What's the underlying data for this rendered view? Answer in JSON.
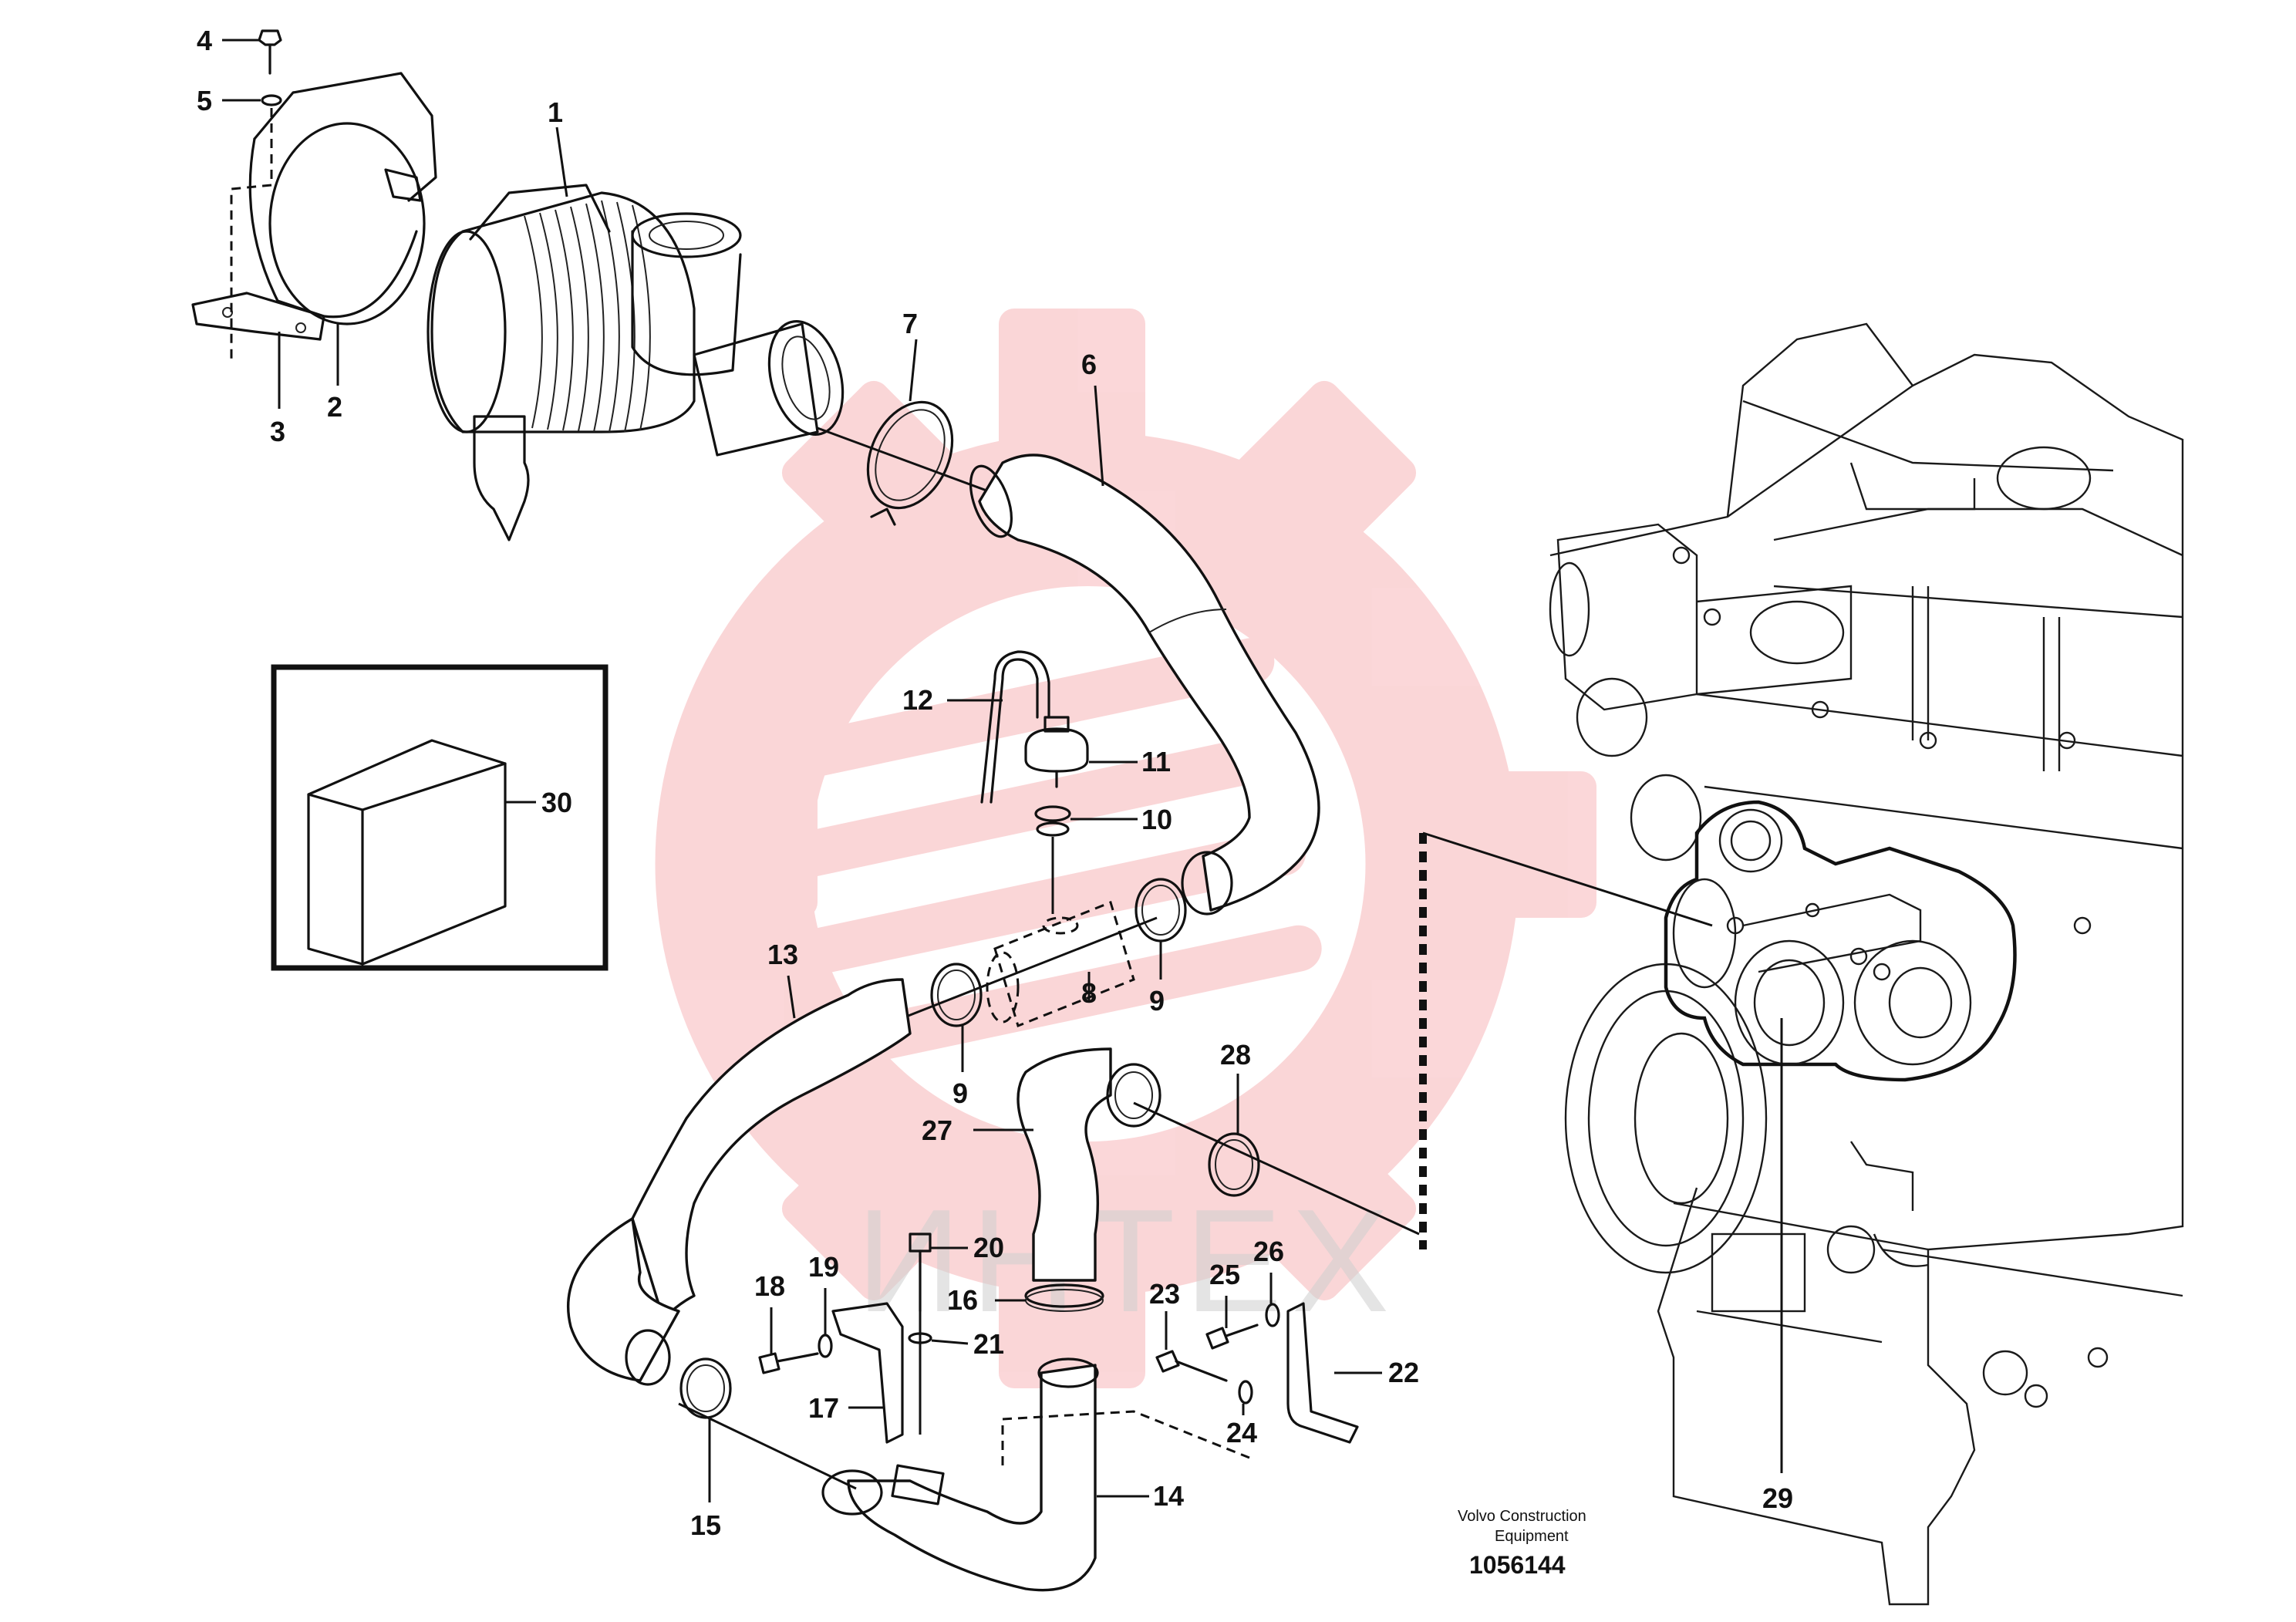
{
  "diagram": {
    "callouts": [
      {
        "id": "c1",
        "label": "1"
      },
      {
        "id": "c2",
        "label": "2"
      },
      {
        "id": "c3",
        "label": "3"
      },
      {
        "id": "c4",
        "label": "4"
      },
      {
        "id": "c5",
        "label": "5"
      },
      {
        "id": "c6",
        "label": "6"
      },
      {
        "id": "c7",
        "label": "7"
      },
      {
        "id": "c8",
        "label": "8"
      },
      {
        "id": "c9a",
        "label": "9"
      },
      {
        "id": "c9b",
        "label": "9"
      },
      {
        "id": "c10",
        "label": "10"
      },
      {
        "id": "c11",
        "label": "11"
      },
      {
        "id": "c12",
        "label": "12"
      },
      {
        "id": "c13",
        "label": "13"
      },
      {
        "id": "c14",
        "label": "14"
      },
      {
        "id": "c15",
        "label": "15"
      },
      {
        "id": "c16",
        "label": "16"
      },
      {
        "id": "c17",
        "label": "17"
      },
      {
        "id": "c18",
        "label": "18"
      },
      {
        "id": "c19",
        "label": "19"
      },
      {
        "id": "c20",
        "label": "20"
      },
      {
        "id": "c21",
        "label": "21"
      },
      {
        "id": "c22",
        "label": "22"
      },
      {
        "id": "c23",
        "label": "23"
      },
      {
        "id": "c24",
        "label": "24"
      },
      {
        "id": "c25",
        "label": "25"
      },
      {
        "id": "c26",
        "label": "26"
      },
      {
        "id": "c27",
        "label": "27"
      },
      {
        "id": "c28",
        "label": "28"
      },
      {
        "id": "c29",
        "label": "29"
      },
      {
        "id": "c30",
        "label": "30"
      }
    ],
    "caption_line1": "Volvo Construction",
    "caption_line2": "Equipment",
    "doc_number": "1056144",
    "watermark_text": "ИНТЕХ",
    "watermark_color": "#e8222a"
  }
}
